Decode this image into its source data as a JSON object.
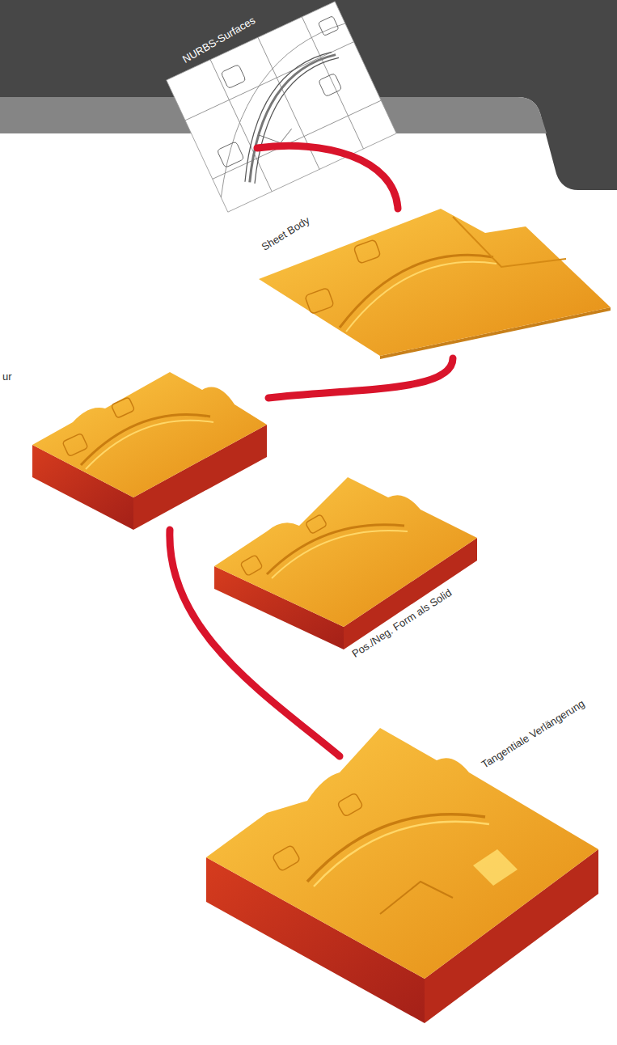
{
  "diagram": {
    "nodes": [
      {
        "text": [
          "NURBS-Surfaces"
        ]
      },
      {
        "text": [
          "Sheet Body"
        ]
      },
      {
        "text": [
          "ur"
        ]
      },
      {
        "text": [
          "Pos./Neg. Form als Solid"
        ]
      },
      {
        "text": [
          "Tangentiale Verlängerung"
        ]
      }
    ],
    "edges": [
      {
        "from": 0,
        "to": 1,
        "arrow": "none"
      },
      {
        "from": 1,
        "to": 2,
        "arrow": "none"
      },
      {
        "from": 2,
        "to": 4,
        "arrow": "none"
      }
    ]
  }
}
